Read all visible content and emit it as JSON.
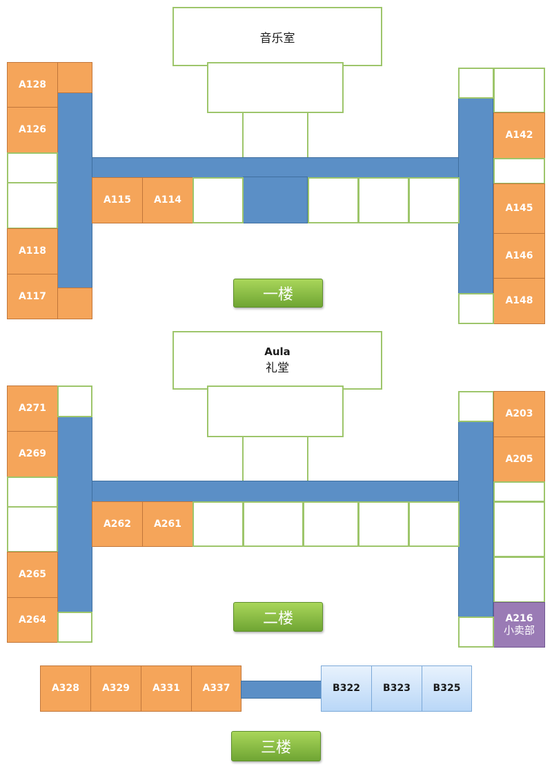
{
  "floor1": {
    "label": "一楼",
    "hall": "音乐室",
    "rooms": {
      "a128": "A128",
      "a126": "A126",
      "a118": "A118",
      "a117": "A117",
      "a115": "A115",
      "a114": "A114",
      "a142": "A142",
      "a145": "A145",
      "a146": "A146",
      "a148": "A148"
    }
  },
  "floor2": {
    "label": "二楼",
    "hall_en": "Aula",
    "hall_cn": "礼堂",
    "rooms": {
      "a271": "A271",
      "a269": "A269",
      "a265": "A265",
      "a264": "A264",
      "a262": "A262",
      "a261": "A261",
      "a203": "A203",
      "a205": "A205",
      "a216": "A216",
      "a216_desc": "小卖部"
    }
  },
  "floor3": {
    "label": "三楼",
    "rooms": {
      "a328": "A328",
      "a329": "A329",
      "a331": "A331",
      "a337": "A337",
      "b322": "B322",
      "b323": "B323",
      "b325": "B325"
    }
  },
  "colors": {
    "room": "#f5a55a",
    "corridor": "#5b8fc6",
    "outline": "#9dc56a",
    "shop": "#9a7bb5",
    "b_wing": "#b9d7f7",
    "floor_label": "#8cc040"
  }
}
